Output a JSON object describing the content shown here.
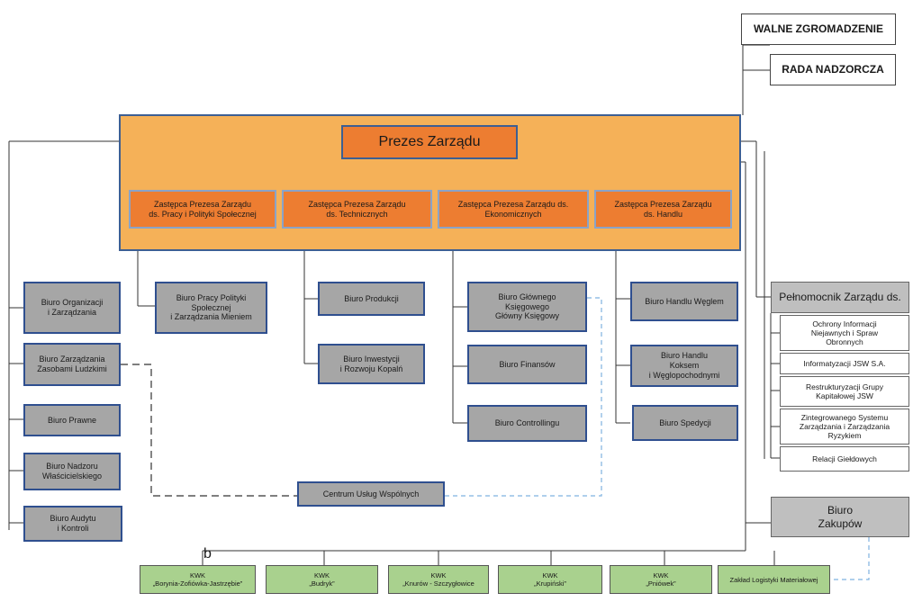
{
  "top": {
    "walne": "WALNE ZGROMADZENIE",
    "rada": "RADA NADZORCZA"
  },
  "management": {
    "prezes": "Prezes Zarządu",
    "vps": [
      "Zastępca Prezesa Zarządu\nds. Pracy i Polityki Społecznej",
      "Zastępca Prezesa  Zarządu\nds. Technicznych",
      "Zastępca Prezesa Zarządu ds.\nEkonomicznych",
      "Zastępca Prezesa Zarządu\nds. Handlu"
    ]
  },
  "left_offices": [
    "Biuro Organizacji\ni Zarządzania",
    "Biuro Zarządzania\nZasobami Ludzkimi",
    "Biuro Prawne",
    "Biuro Nadzoru\nWłaścicielskiego",
    "Biuro Audytu\ni Kontroli"
  ],
  "columns": {
    "pracy": [
      "Biuro Pracy Polityki\nSpołecznej\ni Zarządzania Mieniem"
    ],
    "techniczne": [
      "Biuro Produkcji",
      "Biuro Inwestycji\ni Rozwoju Kopalń"
    ],
    "ekonomiczne": [
      "Biuro Głównego\nKsięgowego\nGłówny Księgowy",
      "Biuro Finansów",
      "Biuro Controllingu"
    ],
    "handel": [
      "Biuro Handlu Węglem",
      "Biuro Handlu\nKoksem\ni Węglopochodnymi",
      "Biuro Spedycji"
    ]
  },
  "shared_services": "Centrum Usług Wspólnych",
  "plenipotentiary": {
    "header": "Pełnomocnik Zarządu ds.",
    "items": [
      "Ochrony Informacji\nNiejawnych i Spraw\nObronnych",
      "Informatyzacji JSW S.A.",
      "Restrukturyzacji Grupy\nKapitałowej JSW",
      "Zintegrowanego Systemu\nZarządzania i Zarządzania\nRyzykiem",
      "Relacji Giełdowych"
    ]
  },
  "purchasing": "Biuro\nZakupów",
  "mines": [
    "KWK\n„Borynia-Zofiówka-Jastrzębie”",
    "KWK\n„Budryk”",
    "KWK\n„Knurów - Szczygłowice",
    "KWK\n„Krupiński”",
    "KWK\n„Pniówek”",
    "Zakład Logistyki Materiałowej"
  ],
  "stray_mark": "b",
  "colors": {
    "panel": "#f5b158",
    "orange": "#ed7d31",
    "office_grey": "#a6a6a6",
    "navy_border": "#2f4f8f",
    "green": "#a9d18e",
    "dashed_blue": "#7fb2e0"
  }
}
